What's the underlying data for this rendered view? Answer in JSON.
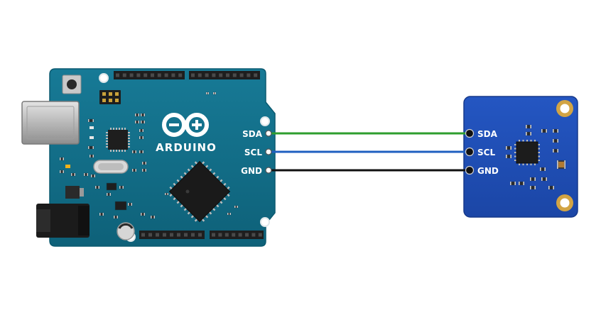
{
  "arduino": {
    "brand": "ARDUINO",
    "pins": [
      {
        "label": "SDA"
      },
      {
        "label": "SCL"
      },
      {
        "label": "GND"
      }
    ]
  },
  "sensor": {
    "pins": [
      {
        "label": "SDA"
      },
      {
        "label": "SCL"
      },
      {
        "label": "GND"
      }
    ]
  },
  "wires": [
    {
      "from": "SDA",
      "to": "SDA",
      "color": "#2e9e2e"
    },
    {
      "from": "SCL",
      "to": "SCL",
      "color": "#1f5fc0"
    },
    {
      "from": "GND",
      "to": "GND",
      "color": "#111111"
    }
  ],
  "colors": {
    "board": "#106c86",
    "board_edge": "#0b5a70",
    "sensor_board": "#1f4fb5",
    "header": "#1e1e1e",
    "silkscreen": "#ffffff"
  }
}
